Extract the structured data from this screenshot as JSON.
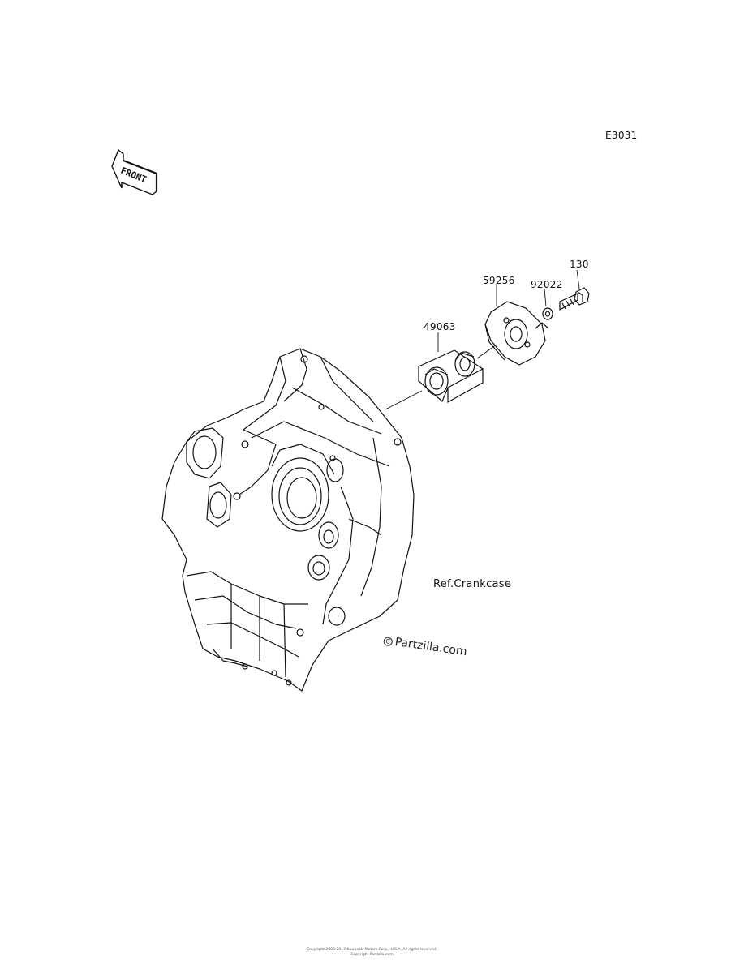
{
  "diagram": {
    "code": "E3031",
    "front_label": "FRONT",
    "callouts": [
      {
        "key": "p49063",
        "text": "49063"
      },
      {
        "key": "p59256",
        "text": "59256"
      },
      {
        "key": "p92022",
        "text": "92022"
      },
      {
        "key": "p130",
        "text": "130"
      }
    ],
    "reference": "Ref.Crankcase",
    "watermark": "Partzilla.com",
    "watermark_mark": "C",
    "copyright_line1": "Copyright 2000-2017 Kawasaki Motors Corp., U.S.A. All rights reserved.",
    "copyright_line2": "Copyright Partzilla.com"
  }
}
